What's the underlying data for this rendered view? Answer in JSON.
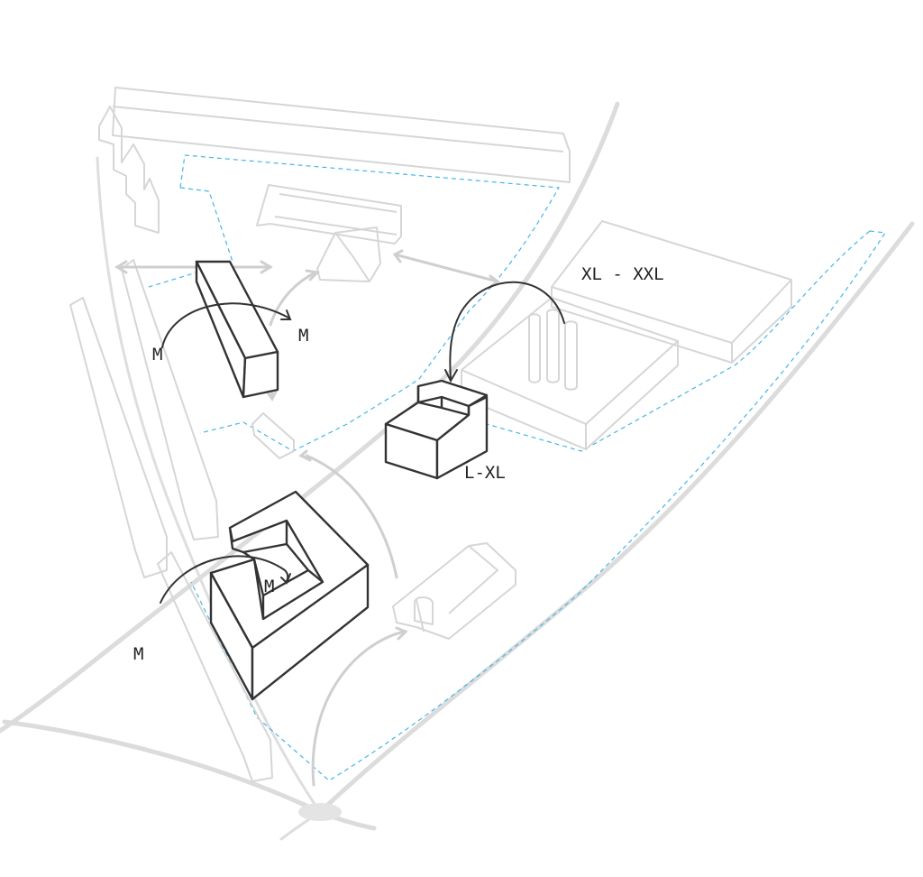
{
  "diagram": {
    "labels": {
      "m_bar_left": "M",
      "m_bar_right": "M",
      "xl_xxl": "XL - XXL",
      "l_xl": "L-XL",
      "m_ushape": "M",
      "m_lower_left": "M"
    },
    "colors": {
      "context_lines": "#d6d6d6",
      "new_volumes": "#333333",
      "site_boundary": "#45b6e6"
    }
  }
}
